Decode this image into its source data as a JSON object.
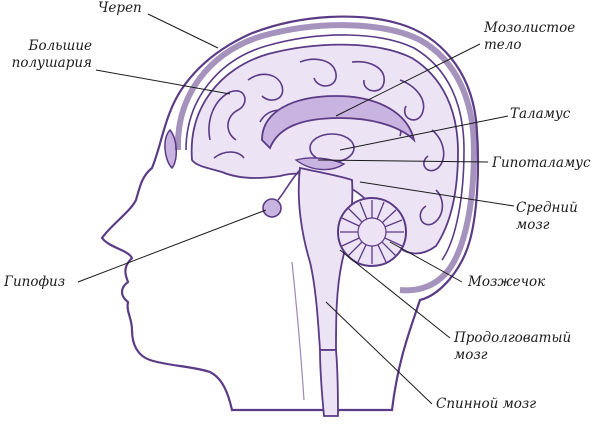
{
  "colors": {
    "ink": "#5b3a86",
    "fill_head": "#ffffff",
    "fill_brain": "#ece3f5",
    "fill_shade": "#c9b3e0",
    "leader": "#1b1b1b"
  },
  "labels": {
    "skull": "Череп",
    "hemispheres_line1": "Большие",
    "hemispheres_line2": "полушария",
    "corpus_line1": "Мозолистое",
    "corpus_line2": "тело",
    "thalamus": "Таламус",
    "hypothalamus": "Гипоталамус",
    "midbrain_line1": "Средний",
    "midbrain_line2": "мозг",
    "pituitary": "Гипофиз",
    "cerebellum": "Мозжечок",
    "medulla_line1": "Продолговатый",
    "medulla_line2": "мозг",
    "spinal": "Спинной мозг"
  }
}
